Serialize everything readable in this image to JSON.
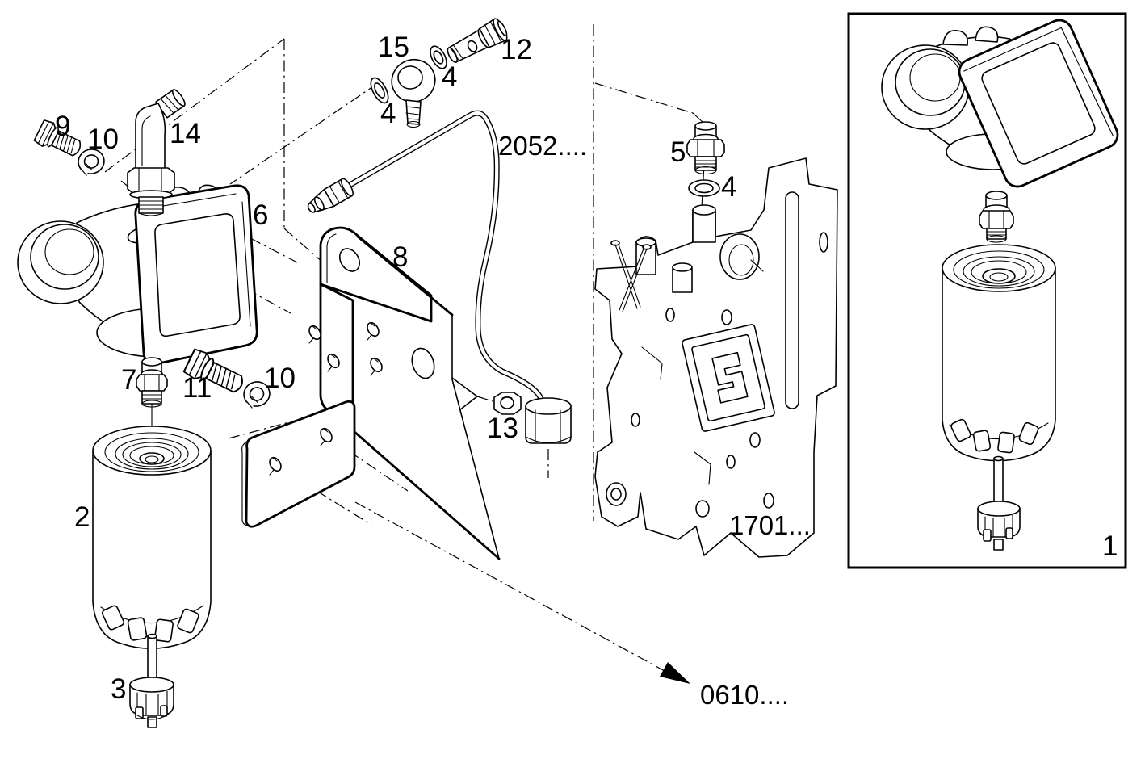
{
  "figure": {
    "kind": "exploded-parts-line-drawing",
    "background_color": "#ffffff",
    "ink_color": "#000000"
  },
  "labels": {
    "part9": "9",
    "part10a": "10",
    "part14": "14",
    "part15": "15",
    "w4_left": "4",
    "part12": "12",
    "w4_right": "4",
    "pipe_ref": "2052....",
    "part5": "5",
    "w4_block": "4",
    "part6": "6",
    "part8": "8",
    "part7": "7",
    "part11": "11",
    "part10b": "10",
    "part13": "13",
    "part2": "2",
    "part3": "3",
    "block_ref": "1701...",
    "arrow_ref": "0610....",
    "inset_part1": "1"
  }
}
